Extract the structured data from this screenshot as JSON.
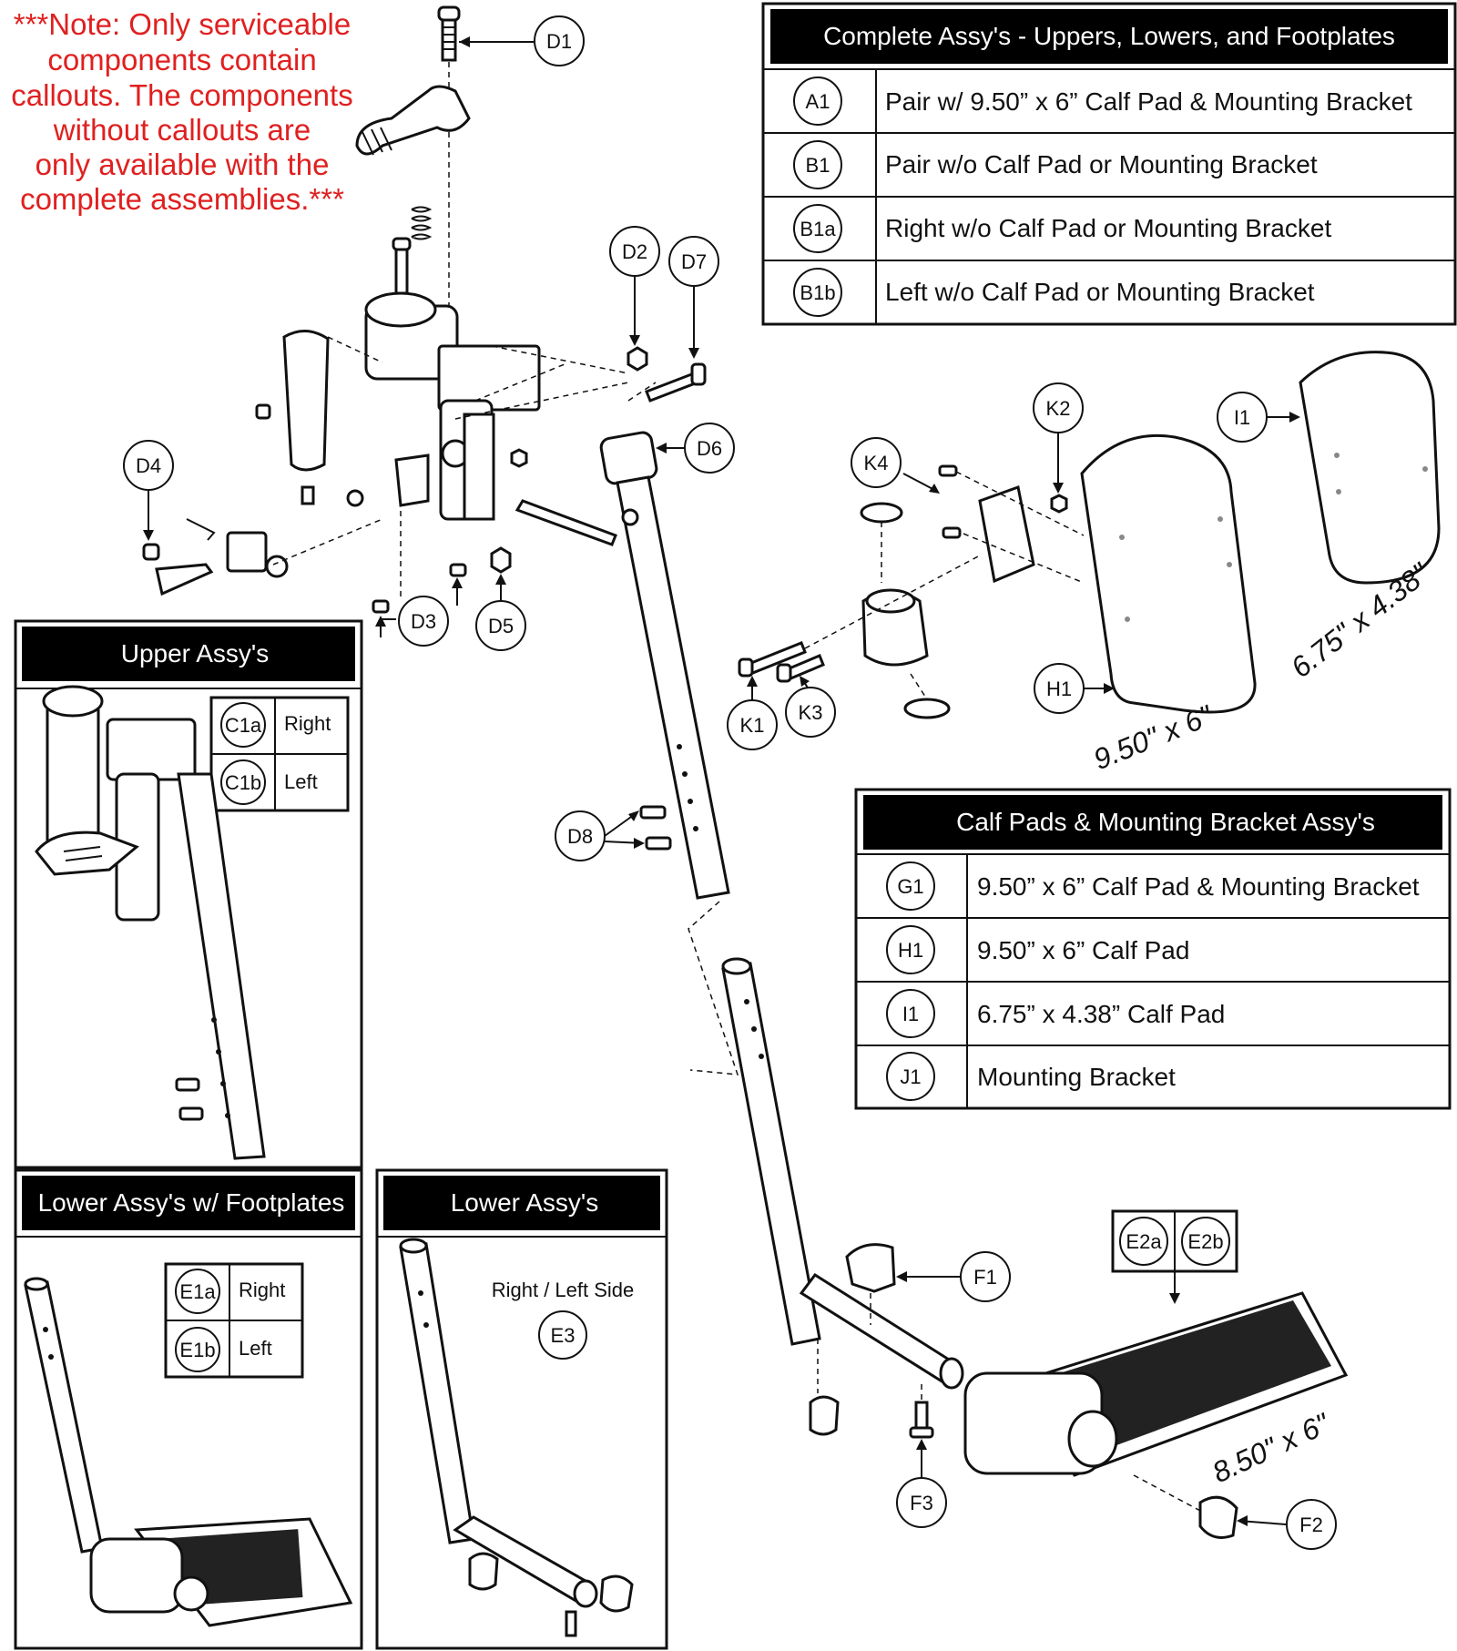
{
  "note": {
    "lines": [
      "***Note: Only serviceable",
      "components contain",
      "callouts. The components",
      "without callouts are",
      "only available with the",
      "complete assemblies.***"
    ],
    "color": "#e02020"
  },
  "complete_table": {
    "title": "Complete Assy's - Uppers, Lowers, and Footplates",
    "rows": [
      {
        "id": "A1",
        "label": "Pair w/ 9.50” x 6” Calf Pad & Mounting Bracket"
      },
      {
        "id": "B1",
        "label": "Pair w/o Calf Pad or Mounting Bracket"
      },
      {
        "id": "B1a",
        "label": "Right w/o Calf Pad or Mounting Bracket"
      },
      {
        "id": "B1b",
        "label": "Left w/o Calf Pad or Mounting Bracket"
      }
    ]
  },
  "calf_table": {
    "title": "Calf Pads & Mounting Bracket Assy's",
    "rows": [
      {
        "id": "G1",
        "label": "9.50” x 6” Calf Pad & Mounting Bracket"
      },
      {
        "id": "H1",
        "label": "9.50” x 6” Calf Pad"
      },
      {
        "id": "I1",
        "label": "6.75” x 4.38” Calf Pad"
      },
      {
        "id": "J1",
        "label": "Mounting Bracket"
      }
    ]
  },
  "upper_panel": {
    "title": "Upper Assy's",
    "rows": [
      {
        "id": "C1a",
        "label": "Right"
      },
      {
        "id": "C1b",
        "label": "Left"
      }
    ]
  },
  "lower_footplate_panel": {
    "title": "Lower Assy's w/ Footplates",
    "rows": [
      {
        "id": "E1a",
        "label": "Right"
      },
      {
        "id": "E1b",
        "label": "Left"
      }
    ]
  },
  "lower_panel": {
    "title": "Lower Assy's",
    "side_label": "Right / Left Side",
    "callout": "E3"
  },
  "callouts": {
    "D1": "D1",
    "D2": "D2",
    "D7": "D7",
    "D4": "D4",
    "D6": "D6",
    "D3": "D3",
    "D5": "D5",
    "D8": "D8",
    "K1": "K1",
    "K2": "K2",
    "K3": "K3",
    "K4": "K4",
    "H1": "H1",
    "I1": "I1",
    "F1": "F1",
    "F2": "F2",
    "F3": "F3",
    "E2a": "E2a",
    "E2b": "E2b"
  },
  "dimensions": {
    "large_pad": "9.50\" x 6\"",
    "small_pad": "6.75\" x 4.38\"",
    "footplate": "8.50\" x 6\""
  }
}
